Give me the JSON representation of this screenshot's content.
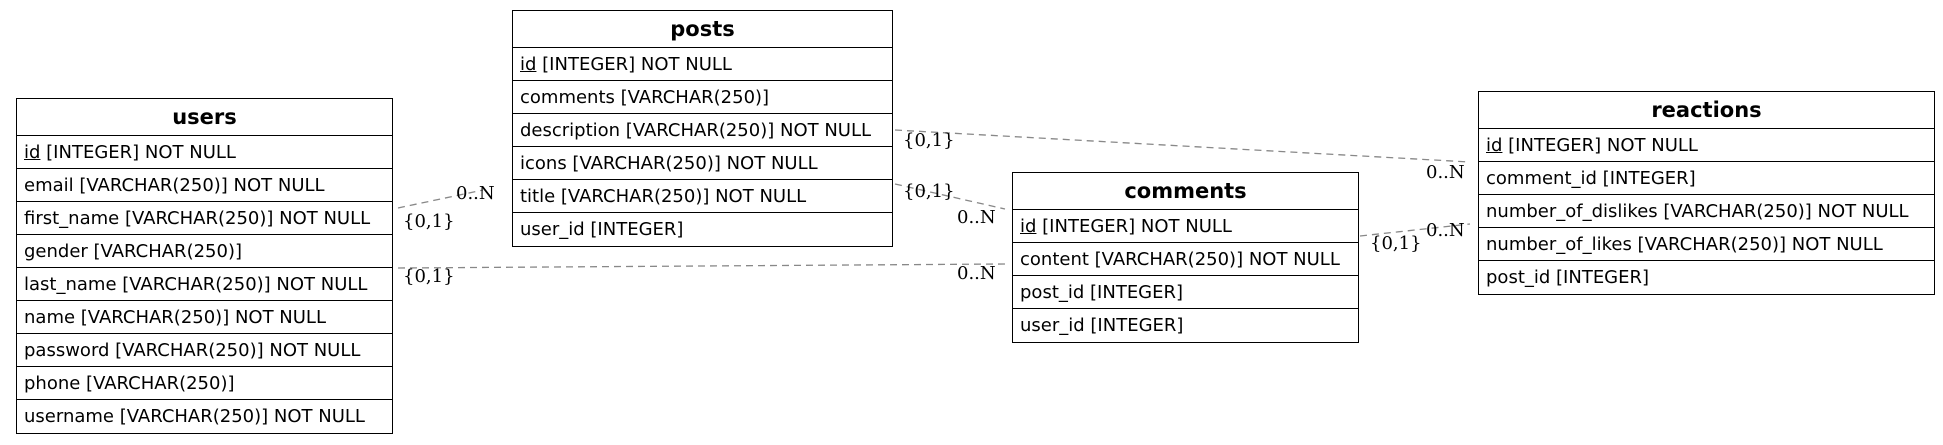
{
  "entities": {
    "users": {
      "name": "users",
      "columns": [
        {
          "key": "id",
          "rest": " [INTEGER] NOT NULL"
        },
        {
          "key": "",
          "rest": "email [VARCHAR(250)] NOT NULL"
        },
        {
          "key": "",
          "rest": "first_name [VARCHAR(250)] NOT NULL"
        },
        {
          "key": "",
          "rest": "gender [VARCHAR(250)]"
        },
        {
          "key": "",
          "rest": "last_name [VARCHAR(250)] NOT NULL"
        },
        {
          "key": "",
          "rest": "name [VARCHAR(250)] NOT NULL"
        },
        {
          "key": "",
          "rest": "password [VARCHAR(250)] NOT NULL"
        },
        {
          "key": "",
          "rest": "phone [VARCHAR(250)]"
        },
        {
          "key": "",
          "rest": "username [VARCHAR(250)] NOT NULL"
        }
      ]
    },
    "posts": {
      "name": "posts",
      "columns": [
        {
          "key": "id",
          "rest": " [INTEGER] NOT NULL"
        },
        {
          "key": "",
          "rest": "comments [VARCHAR(250)]"
        },
        {
          "key": "",
          "rest": "description [VARCHAR(250)] NOT NULL"
        },
        {
          "key": "",
          "rest": "icons [VARCHAR(250)] NOT NULL"
        },
        {
          "key": "",
          "rest": "title [VARCHAR(250)] NOT NULL"
        },
        {
          "key": "",
          "rest": "user_id [INTEGER]"
        }
      ]
    },
    "comments": {
      "name": "comments",
      "columns": [
        {
          "key": "id",
          "rest": " [INTEGER] NOT NULL"
        },
        {
          "key": "",
          "rest": "content [VARCHAR(250)] NOT NULL"
        },
        {
          "key": "",
          "rest": "post_id [INTEGER]"
        },
        {
          "key": "",
          "rest": "user_id [INTEGER]"
        }
      ]
    },
    "reactions": {
      "name": "reactions",
      "columns": [
        {
          "key": "id",
          "rest": " [INTEGER] NOT NULL"
        },
        {
          "key": "",
          "rest": "comment_id [INTEGER]"
        },
        {
          "key": "",
          "rest": "number_of_dislikes [VARCHAR(250)] NOT NULL"
        },
        {
          "key": "",
          "rest": "number_of_likes [VARCHAR(250)] NOT NULL"
        },
        {
          "key": "",
          "rest": "post_id [INTEGER]"
        }
      ]
    }
  },
  "relations": [
    {
      "from": "users",
      "to": "posts",
      "from_card": "{0,1}",
      "to_card": "0..N"
    },
    {
      "from": "users",
      "to": "comments",
      "from_card": "{0,1}",
      "to_card": "0..N"
    },
    {
      "from": "posts",
      "to": "comments",
      "from_card": "{0,1}",
      "to_card": "0..N"
    },
    {
      "from": "posts",
      "to": "reactions",
      "from_card": "{0,1}",
      "to_card": "0..N"
    },
    {
      "from": "comments",
      "to": "reactions",
      "from_card": "{0,1}",
      "to_card": "0..N"
    }
  ],
  "colors": {
    "edge": "#888888",
    "border": "#000000",
    "text": "#000000"
  }
}
